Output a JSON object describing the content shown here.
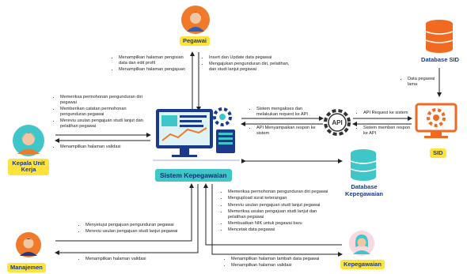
{
  "actors": {
    "pegawai": "Pegawai",
    "kepala_unit_kerja": "Kepala Unit Kerja",
    "manajemen": "Manajemen",
    "kepegawaian": "Kepegawaian"
  },
  "systems": {
    "sistem_kepegawaian": "Sistem Kepegawaian",
    "database_sid": "Database SID",
    "sid": "SID",
    "database_kepegawaian": "Database Kepegawaian",
    "api_label": "API"
  },
  "flows": {
    "sistem_to_pegawai": [
      "Menampilkan halaman pengisian data dan edit profil",
      "Menampilkan halaman pengajuan"
    ],
    "pegawai_to_sistem": [
      "Insert dan Update data pegawai",
      "Mengajukan pengunduran diri, pelatihan, dan studi lanjut pegawai"
    ],
    "kepala_to_sistem": [
      "Memeriksa permohonan pengunduran diri pegawai",
      "Memberikan catatan permohonan pengunduran pegawai",
      "Mereviu usulan pengajuan studi lanjut dan pelatihan pegawai"
    ],
    "sistem_to_kepala": [
      "Menampilkan halaman validasi"
    ],
    "sistem_to_api": [
      "Sistem mengakses dan melakukan request ke API"
    ],
    "api_to_sistem": [
      "API Menyampaikan respon ke sistem"
    ],
    "api_to_sid": [
      "API Request ke sistem"
    ],
    "sid_to_api": [
      "Sistem memberi respon ke API"
    ],
    "dbsid_to_sid": [
      "Data pegawai lama"
    ],
    "manajemen_to_sistem": [
      "Menyetujui pengajuan pengunduran pegawai",
      "Mereviu usulan pengajuan studi lanjut pegawai"
    ],
    "sistem_to_manajemen": [
      "Menampilkan halaman validasi"
    ],
    "kepegawaian_to_sistem": [
      "Memeriksa permohonan pengunduran diri pegawai",
      "Mengupload surat keterangan",
      "Mereviu usulan pengajuan studi lanjut pegawai",
      "Memeriksa usulan pengajuan studi lanjut dan pelatihan pegawai",
      "Membuatkan NIK untuk pegawai baru",
      "Mencetak data pegawai"
    ],
    "sistem_to_kepegawaian": [
      "Menampilkan halaman tambah data pegawai",
      "Menampilkan halaman validasi"
    ]
  },
  "colors": {
    "actor_tag": "#ffe33a",
    "actor_text": "#1a3a8c",
    "system_tag": "#3ec6c9",
    "database": "#f26a22",
    "arrow": "#222222"
  }
}
